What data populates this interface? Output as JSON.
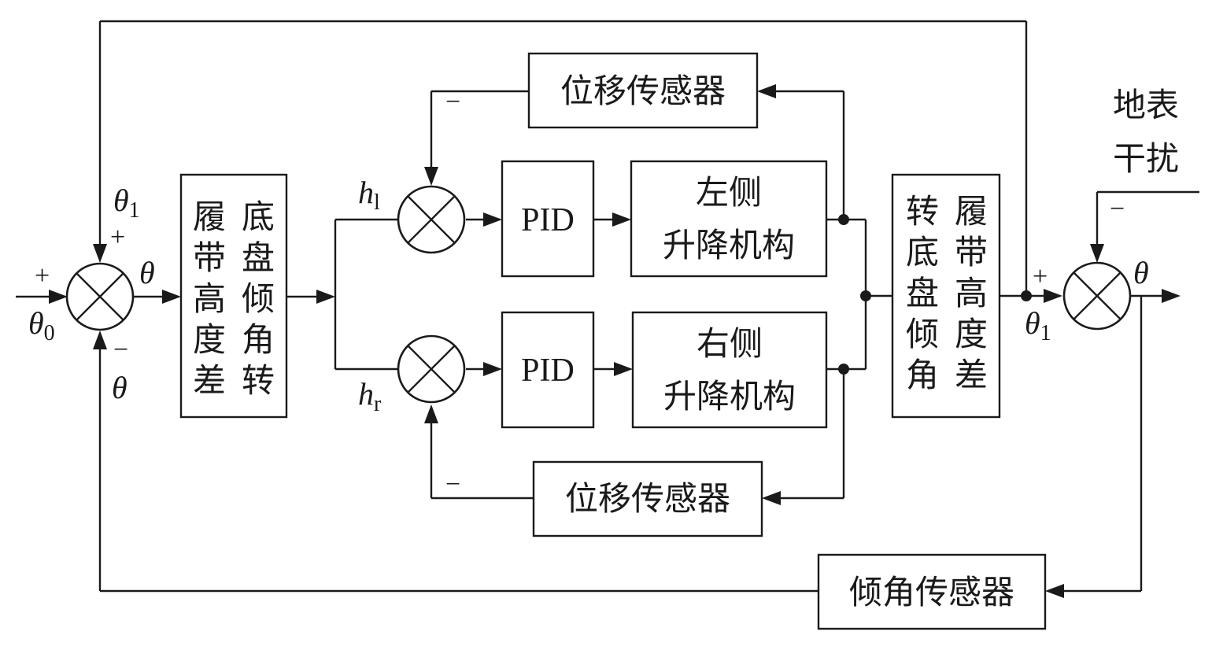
{
  "blocks": {
    "tilt_to_height": {
      "col1": "履带高度差",
      "col2": "底盘倾角转"
    },
    "height_to_tilt": {
      "col1": "转底盘倾角",
      "col2": "履带高度差"
    },
    "pid_top": "PID",
    "pid_bottom": "PID",
    "left_lift": {
      "line1": "左侧",
      "line2": "升降机构"
    },
    "right_lift": {
      "line1": "右侧",
      "line2": "升降机构"
    },
    "disp_sensor_top": "位移传感器",
    "disp_sensor_bottom": "位移传感器",
    "tilt_sensor": "倾角传感器",
    "ground_disturbance": {
      "line1": "地表",
      "line2": "干扰"
    }
  },
  "symbols": {
    "theta": "θ",
    "theta0": {
      "base": "θ",
      "sub": "0"
    },
    "theta1": {
      "base": "θ",
      "sub": "1"
    },
    "h_left": {
      "base": "h",
      "sub": "l"
    },
    "h_right": {
      "base": "h",
      "sub": "r"
    },
    "plus": "+",
    "minus": "−"
  }
}
